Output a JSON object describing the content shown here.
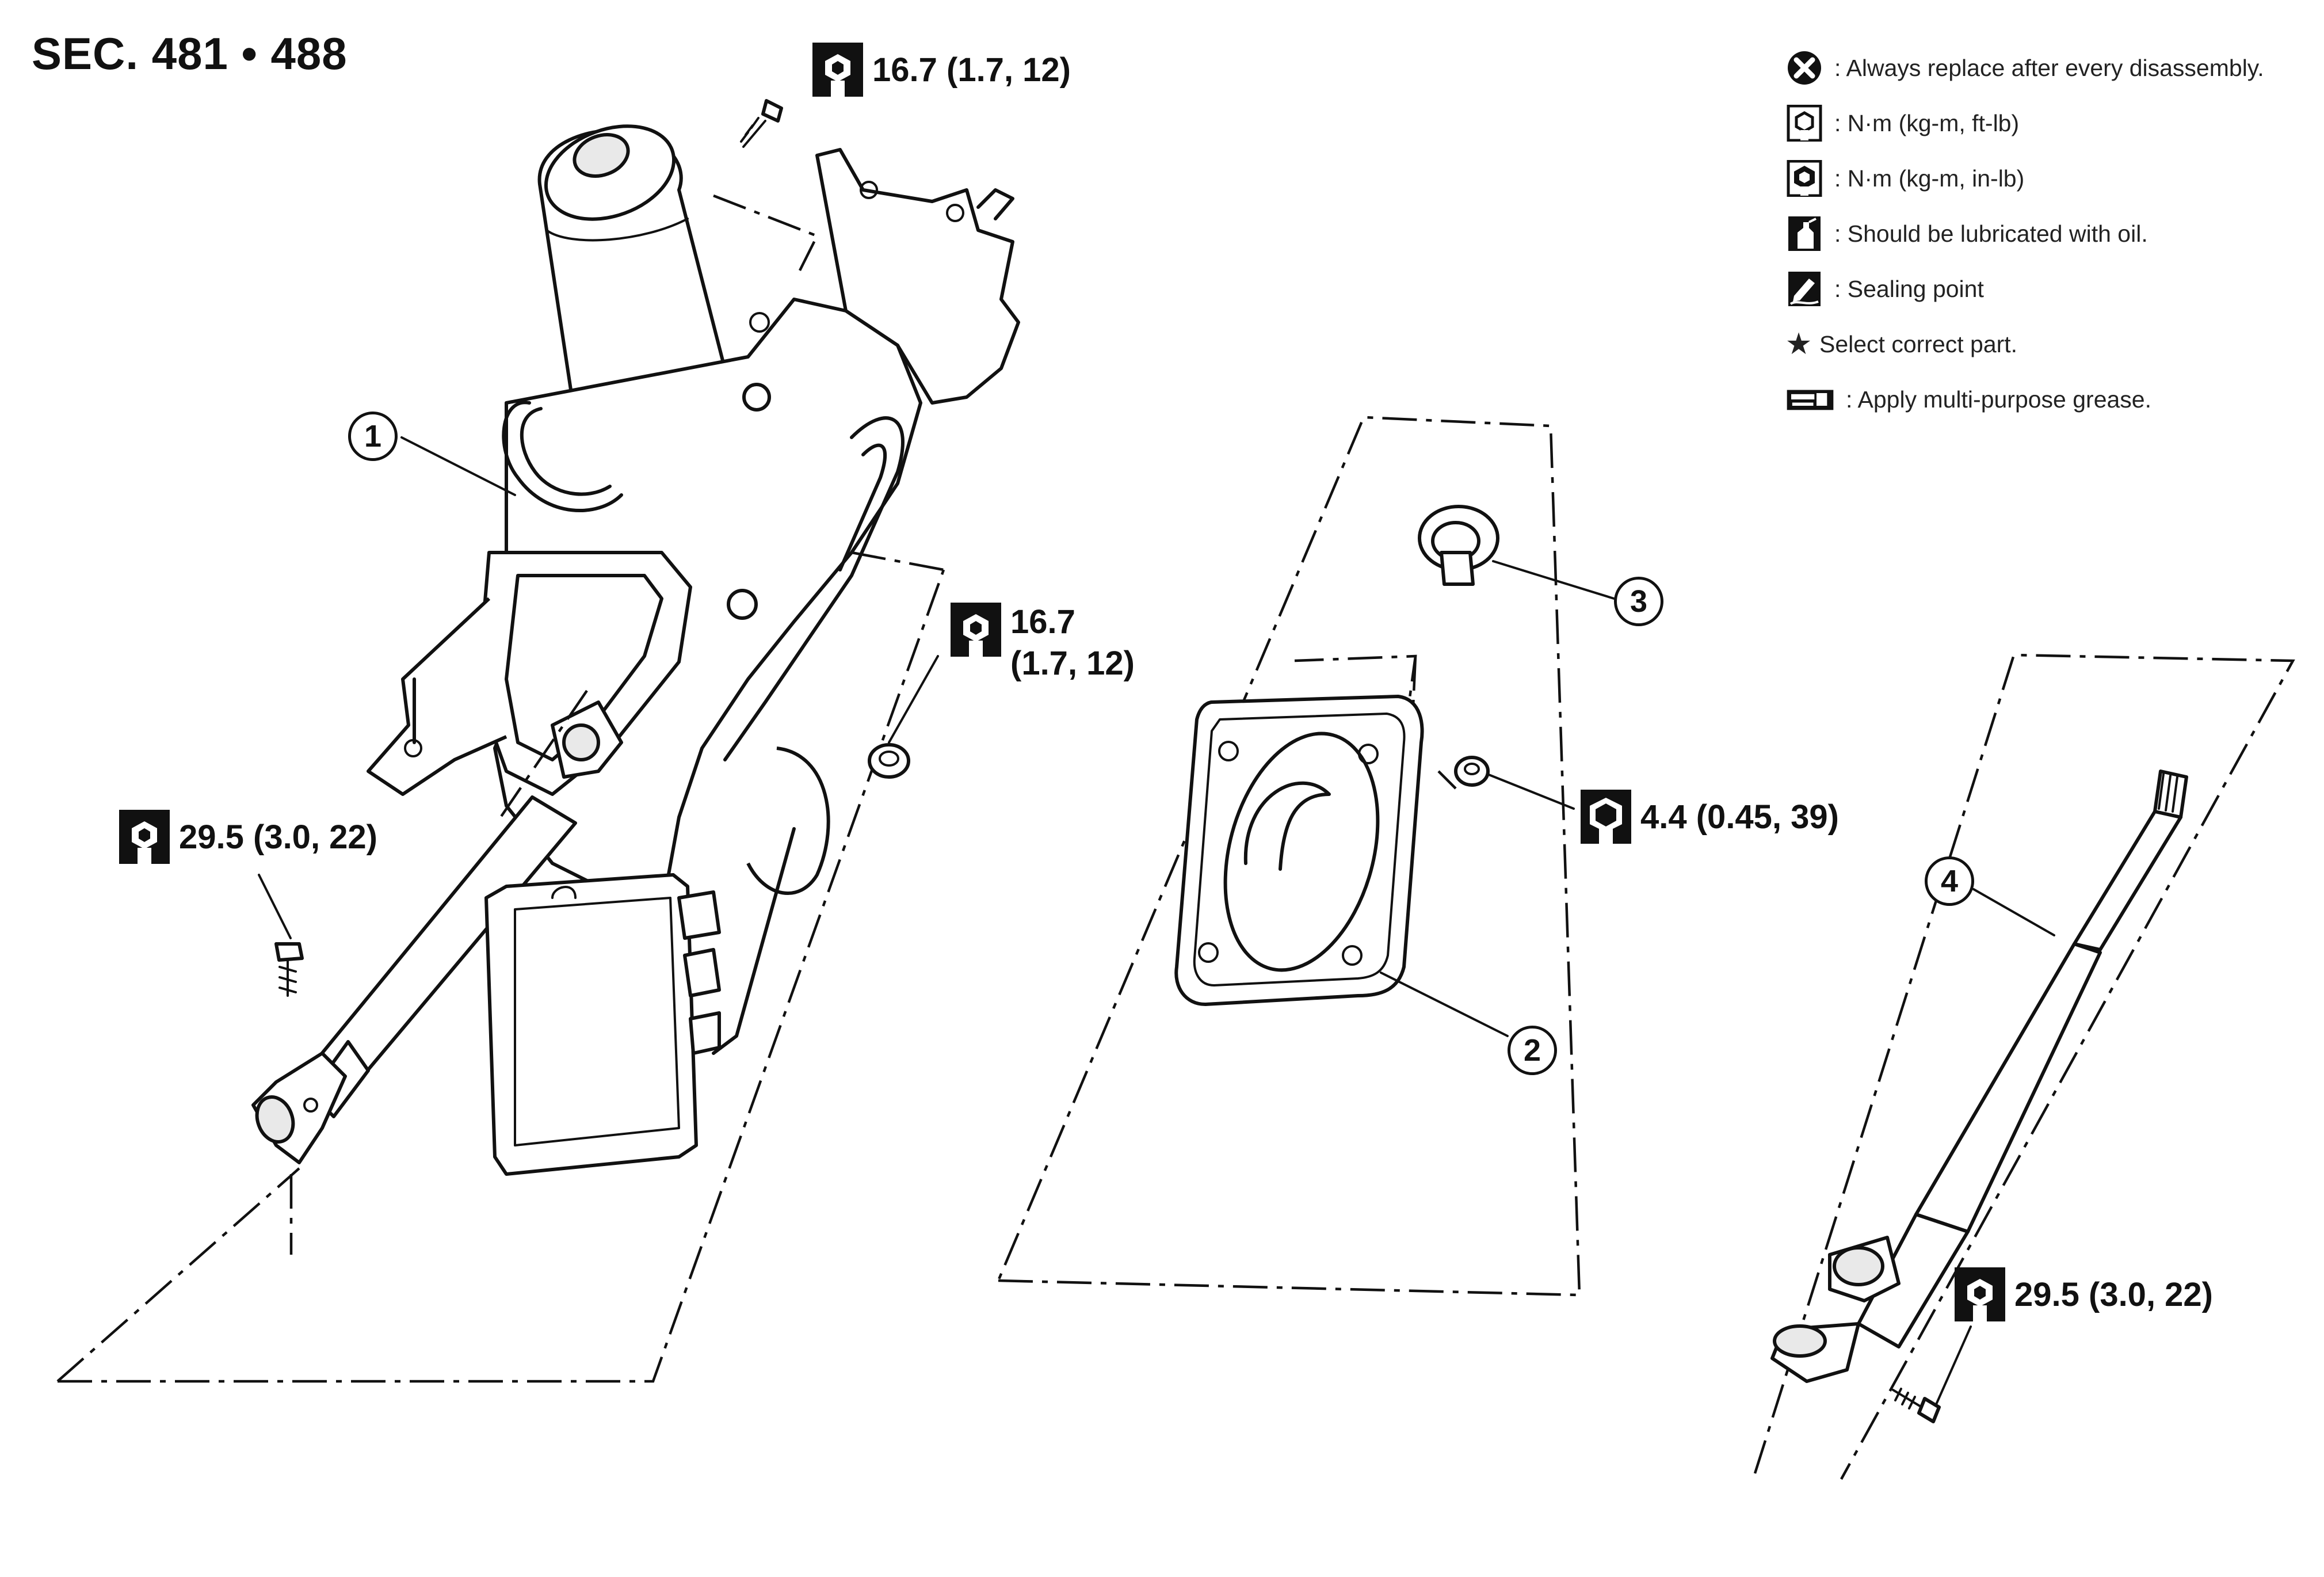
{
  "section": "SEC. 481 • 488",
  "legend": [
    {
      "icon": "always-replace-icon",
      "text": ": Always replace after every disassembly."
    },
    {
      "icon": "torque-ft-lb-icon",
      "text": ": N·m (kg-m, ft-lb)"
    },
    {
      "icon": "torque-in-lb-icon",
      "text": ": N·m (kg-m, in-lb)"
    },
    {
      "icon": "oil-can-icon",
      "text": ": Should be lubricated with oil."
    },
    {
      "icon": "sealing-point-icon",
      "text": ": Sealing point"
    },
    {
      "icon": "star-icon",
      "symbol": "★",
      "text": "Select correct part."
    },
    {
      "icon": "grease-icon",
      "text": ": Apply multi-purpose grease."
    }
  ],
  "torques": {
    "top_bolt": "16.7 (1.7, 12)",
    "nut_line1": "16.7",
    "nut_line2": "(1.7, 12)",
    "left_bolt": "29.5 (3.0, 22)",
    "hole_cover_nut": "4.4 (0.45, 39)",
    "lower_shaft_bolt": "29.5 (3.0, 22)"
  },
  "callouts": [
    "1",
    "2",
    "3",
    "4"
  ]
}
